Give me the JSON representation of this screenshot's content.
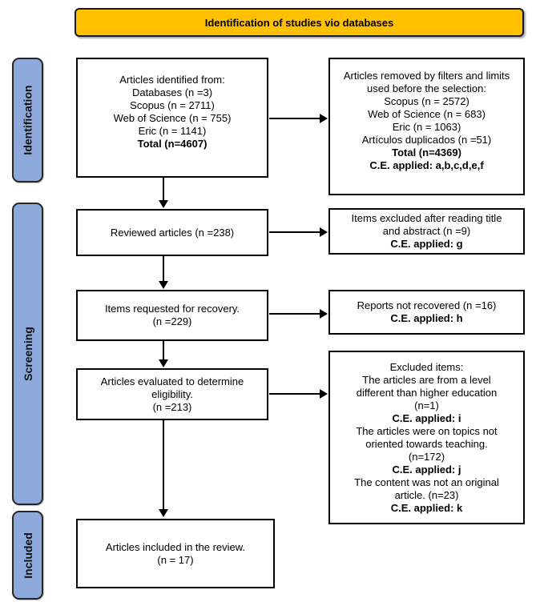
{
  "title": "Identification of studies vio databases",
  "colors": {
    "banner_bg": "#FFC000",
    "stage_bg": "#8EAADC",
    "border": "#000000"
  },
  "stages": [
    {
      "label": "Identification"
    },
    {
      "label": "Screening"
    },
    {
      "label": "Included"
    }
  ],
  "boxes": {
    "identified": {
      "lines": [
        "Articles identified from:",
        "Databases (n =3)",
        "Scopus (n = 2711)",
        "Web of Science (n = 755)",
        "Eric (n = 1141)",
        "Total (n=4607)"
      ]
    },
    "removed": {
      "lines": [
        "Articles removed by filters and limits",
        "used before the selection:",
        "Scopus (n = 2572)",
        "Web of Science (n = 683)",
        "Eric (n = 1063)",
        "Artículos duplicados (n =51)",
        "Total (n=4369)",
        "C.E. applied: a,b,c,d,e,f"
      ]
    },
    "reviewed": {
      "lines": [
        "Reviewed articles (n =238)"
      ]
    },
    "excluded_title_abstract": {
      "lines": [
        "Items excluded after reading title",
        "and abstract (n =9)",
        "C.E. applied: g"
      ]
    },
    "requested": {
      "lines": [
        "Items requested for recovery.",
        "(n =229)"
      ]
    },
    "not_recovered": {
      "lines": [
        "Reports not recovered (n =16)",
        "C.E. applied: h"
      ]
    },
    "evaluated": {
      "lines": [
        "Articles evaluated to determine",
        "eligibility.",
        "(n =213)"
      ]
    },
    "excluded_items": {
      "lines": [
        "Excluded items:",
        "The articles are from a level",
        "different than higher education",
        "(n=1)",
        "C.E. applied: i",
        "The articles were on topics not",
        "oriented towards teaching.",
        "(n=172)",
        "C.E. applied: j",
        "The content was not an original",
        "article. (n=23)",
        "C.E. applied: k"
      ]
    },
    "included": {
      "lines": [
        "Articles included in the review.",
        "(n = 17)"
      ]
    }
  }
}
